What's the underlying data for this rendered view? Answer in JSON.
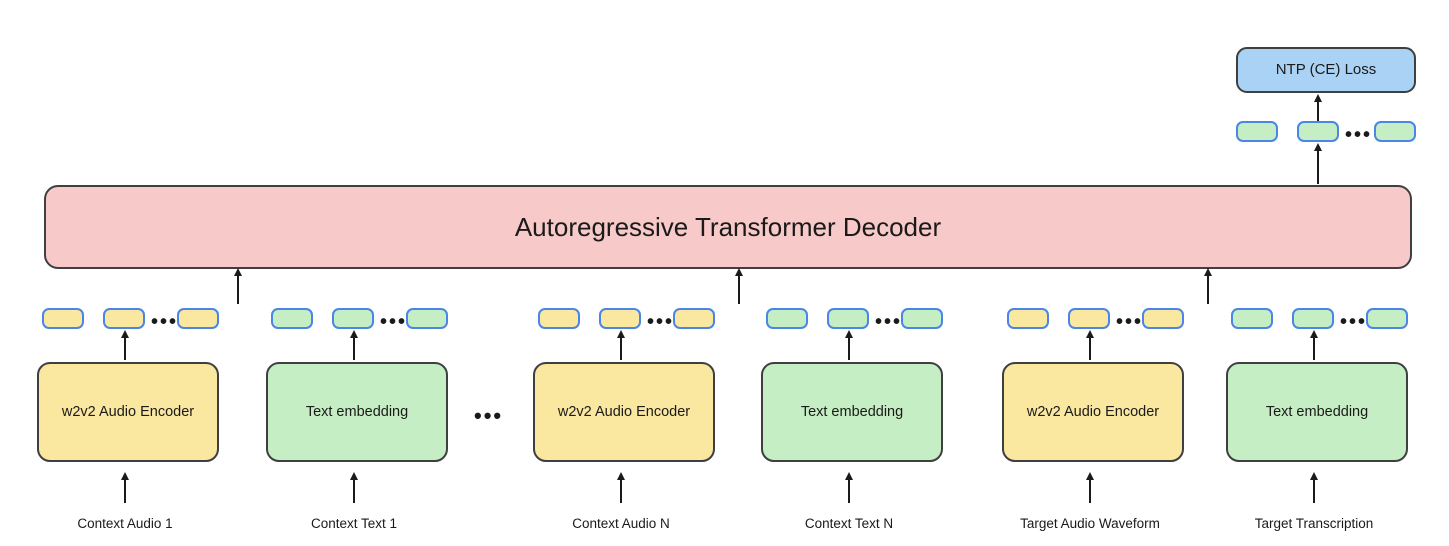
{
  "diagram": {
    "title_text": "Autoregressive Transformer Decoder",
    "loss_label": "NTP (CE) Loss",
    "ellipsis": "•••",
    "colors": {
      "audio_fill": "#fae7a0",
      "text_fill": "#c6eec4",
      "decoder_fill": "#f7c9c9",
      "loss_fill": "#a9d2f5",
      "token_border": "#4a86e8",
      "box_border": "#3f3f3f",
      "arrow": "#1a1a1a",
      "background": "#ffffff"
    },
    "columns": [
      {
        "id": "context-audio-1",
        "kind": "audio",
        "box_label": "w2v2 Audio Encoder",
        "input_label": "Context Audio 1"
      },
      {
        "id": "context-text-1",
        "kind": "text",
        "box_label": "Text embedding",
        "input_label": "Context Text 1"
      },
      {
        "id": "context-audio-n",
        "kind": "audio",
        "box_label": "w2v2 Audio Encoder",
        "input_label": "Context Audio N"
      },
      {
        "id": "context-text-n",
        "kind": "text",
        "box_label": "Text embedding",
        "input_label": "Context Text N"
      },
      {
        "id": "target-audio-waveform",
        "kind": "audio",
        "box_label": "w2v2 Audio Encoder",
        "input_label": "Target Audio Waveform"
      },
      {
        "id": "target-transcription",
        "kind": "text",
        "box_label": "Text embedding",
        "input_label": "Target Transcription"
      }
    ],
    "output_tokens": {
      "kind": "text",
      "count_visible": 3
    }
  }
}
